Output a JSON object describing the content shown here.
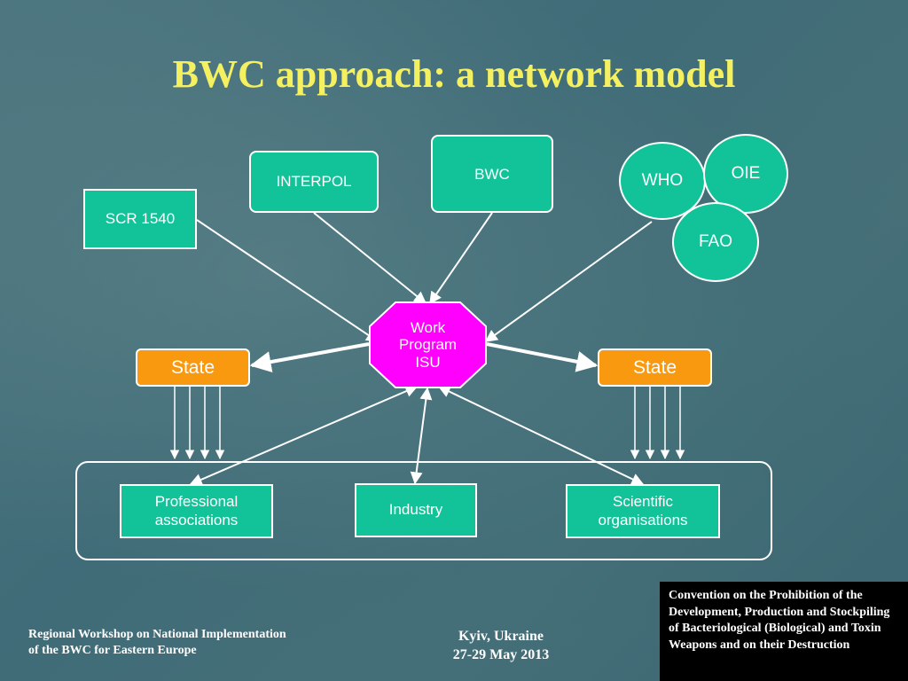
{
  "title": "BWC approach: a network model",
  "nodes": {
    "scr1540": "SCR 1540",
    "interpol": "INTERPOL",
    "bwc": "BWC",
    "who": "WHO",
    "oie": "OIE",
    "fao": "FAO",
    "center": "Work\nProgram\nISU",
    "state_left": "State",
    "state_right": "State",
    "professional": "Professional associations",
    "industry": "Industry",
    "scientific": "Scientific organisations"
  },
  "colors": {
    "node_green": "#12c39a",
    "state_orange": "#f9990f",
    "center_magenta": "#ff00ff",
    "title_yellow": "#f4f060"
  },
  "footer": {
    "workshop_line1": "Regional Workshop on National Implementation",
    "workshop_line2": "of the BWC for Eastern Europe",
    "place": "Kyiv, Ukraine",
    "dates": "27-29 May 2013"
  },
  "convention_note": "Convention on the Prohibition of the Development, Production and Stockpiling of Bacteriological (Biological) and Toxin Weapons and on their Destruction"
}
